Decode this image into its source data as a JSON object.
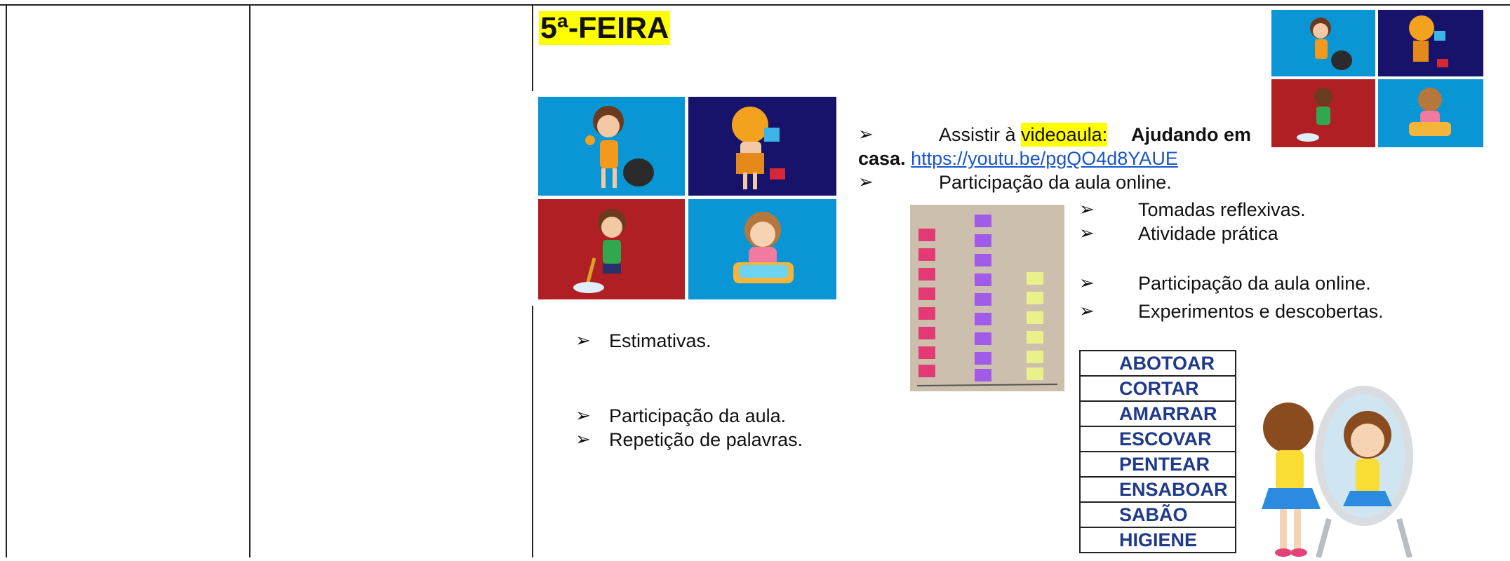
{
  "heading": "5ª-FEIRA",
  "assist": {
    "prefix": "Assistir à ",
    "highlight": "videoaula:",
    "bold_title": "Ajudando em",
    "bold_title_2": "casa.",
    "link": "https://youtu.be/pgQO4d8YAUE"
  },
  "bullets_right": [
    "Participação da aula online.",
    "Tomadas reflexivas.",
    "Atividade prática",
    "Participação da aula online.",
    "Experimentos e descobertas."
  ],
  "bullets_left": [
    "Estimativas.",
    "Participação da aula.",
    "Repetição de palavras."
  ],
  "words": [
    "ABOTOAR",
    "CORTAR",
    "AMARRAR",
    "ESCOVAR",
    "PENTEAR",
    "ENSABOAR",
    "SABÃO",
    "HIGIENE"
  ],
  "bullet_glyph": "➢",
  "colors": {
    "highlight": "#ffff00",
    "link": "#1a56c8",
    "word_text": "#1f3a8a",
    "tile_blue": "#0a96d4",
    "tile_navy": "#17136a",
    "tile_red": "#b01f24"
  },
  "icons": {
    "collage": "children-chores-illustration",
    "sticky_chart": "sticky-note-bar-chart-photo",
    "mirror": "girl-at-mirror-illustration"
  }
}
